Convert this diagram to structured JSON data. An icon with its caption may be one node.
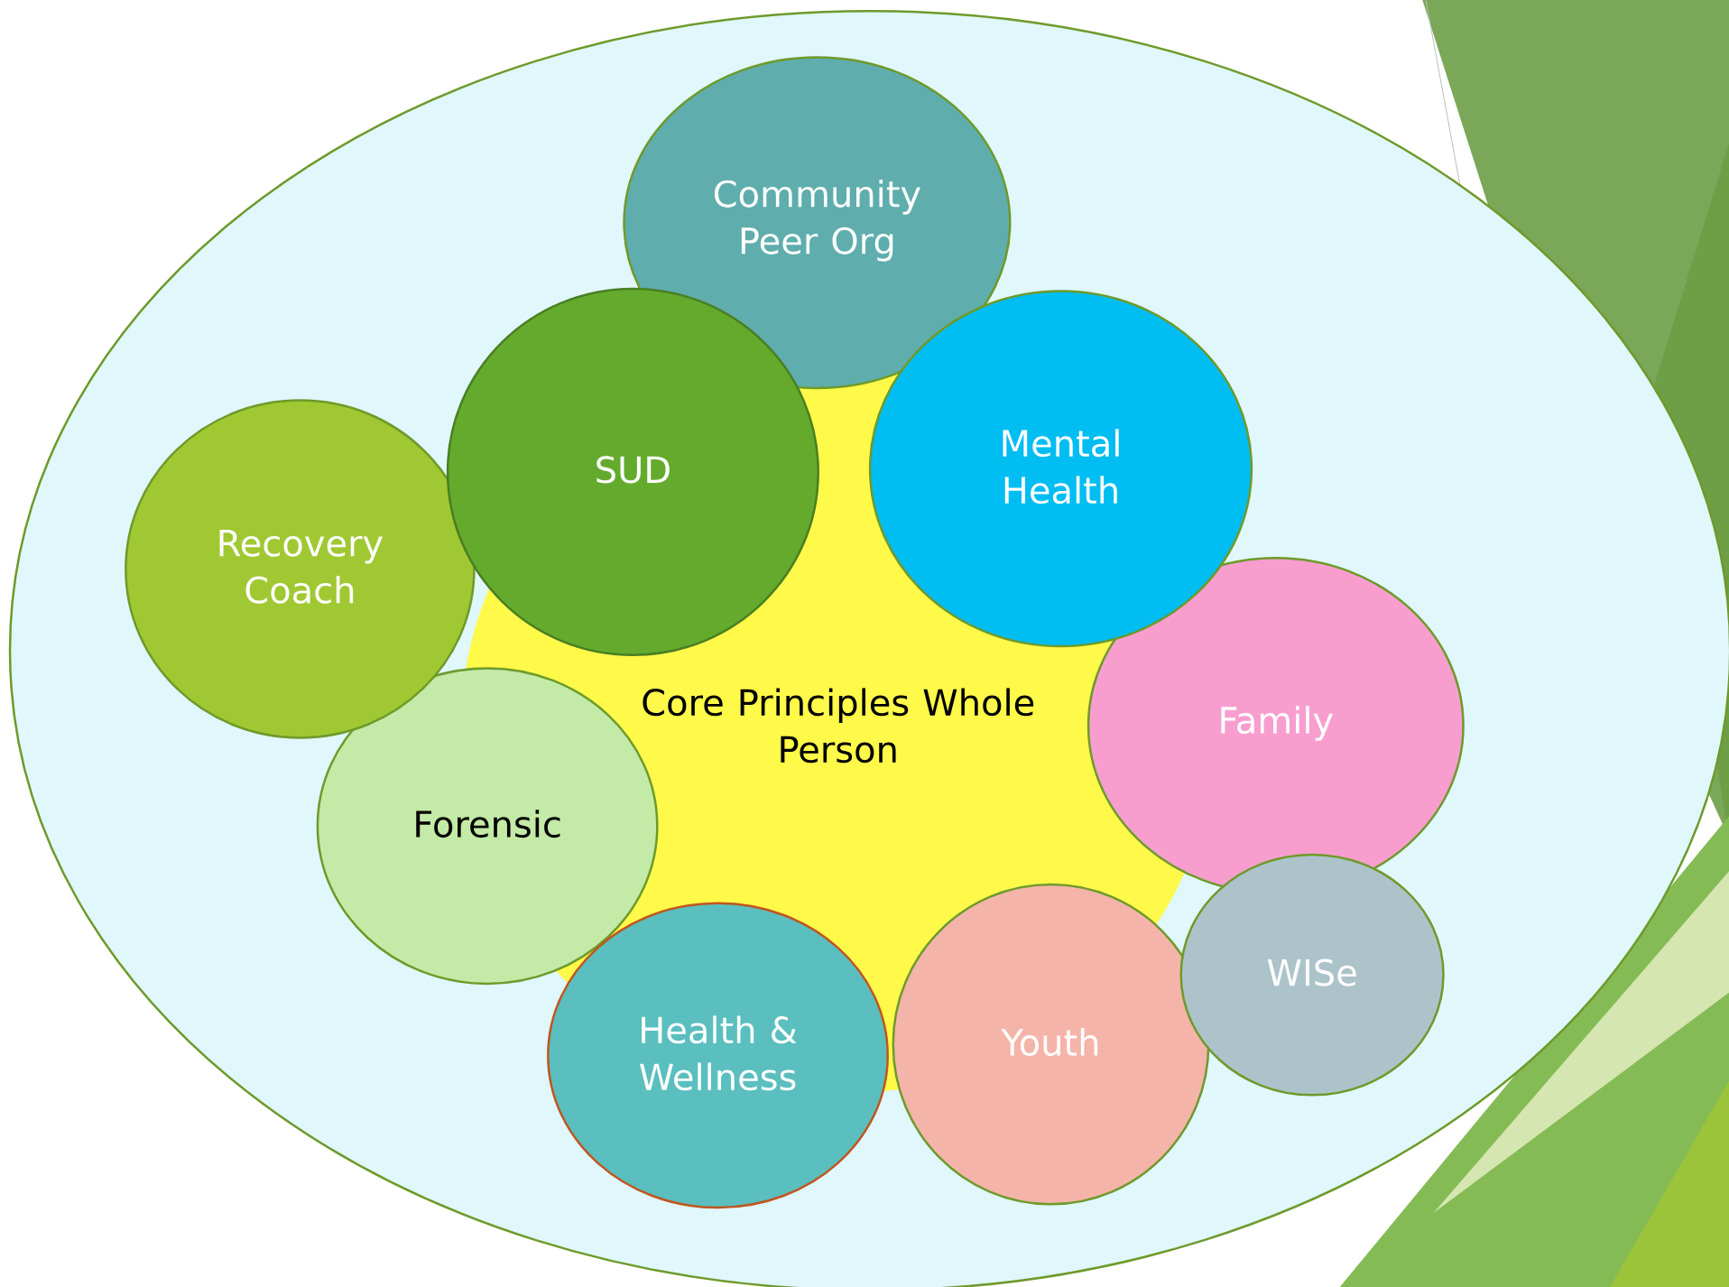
{
  "diagram": {
    "nodes": [
      {
        "text": [],
        "shape": "ellipse"
      },
      {
        "text": [
          "Core Principles Whole Person"
        ],
        "in": 0
      },
      {
        "text": [
          "Community Peer Org"
        ],
        "in": 0
      },
      {
        "text": [
          "SUD"
        ],
        "in": 0
      },
      {
        "text": [
          "Mental Health"
        ],
        "in": 0
      },
      {
        "text": [
          "Recovery Coach"
        ],
        "in": 0
      },
      {
        "text": [
          "Family"
        ],
        "in": 0
      },
      {
        "text": [
          "Forensic"
        ],
        "in": 0
      },
      {
        "text": [
          "Health & Wellness"
        ],
        "in": 0
      },
      {
        "text": [
          "Youth"
        ],
        "in": 0
      },
      {
        "text": [
          "WISe"
        ],
        "in": 0
      }
    ]
  }
}
